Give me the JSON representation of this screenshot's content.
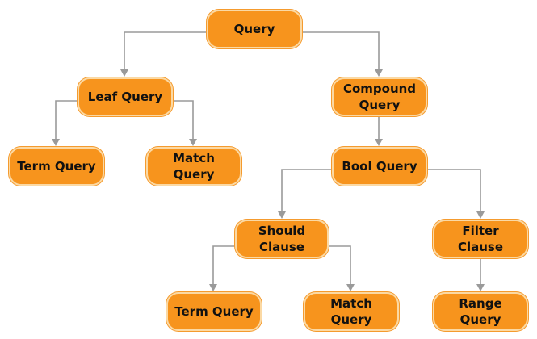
{
  "nodes": {
    "query": "Query",
    "leaf_query": "Leaf Query",
    "compound_query": "Compound Query",
    "term_query_leaf": "Term Query",
    "match_query_leaf": "Match Query",
    "bool_query": "Bool Query",
    "should_clause": "Should Clause",
    "filter_clause": "Filter Clause",
    "term_query_should": "Term Query",
    "match_query_should": "Match Query",
    "range_query": "Range Query"
  },
  "colors": {
    "node_fill": "#f7941d",
    "node_border": "#fbd9a4",
    "connector": "#9a9a9a",
    "text": "#111111"
  }
}
